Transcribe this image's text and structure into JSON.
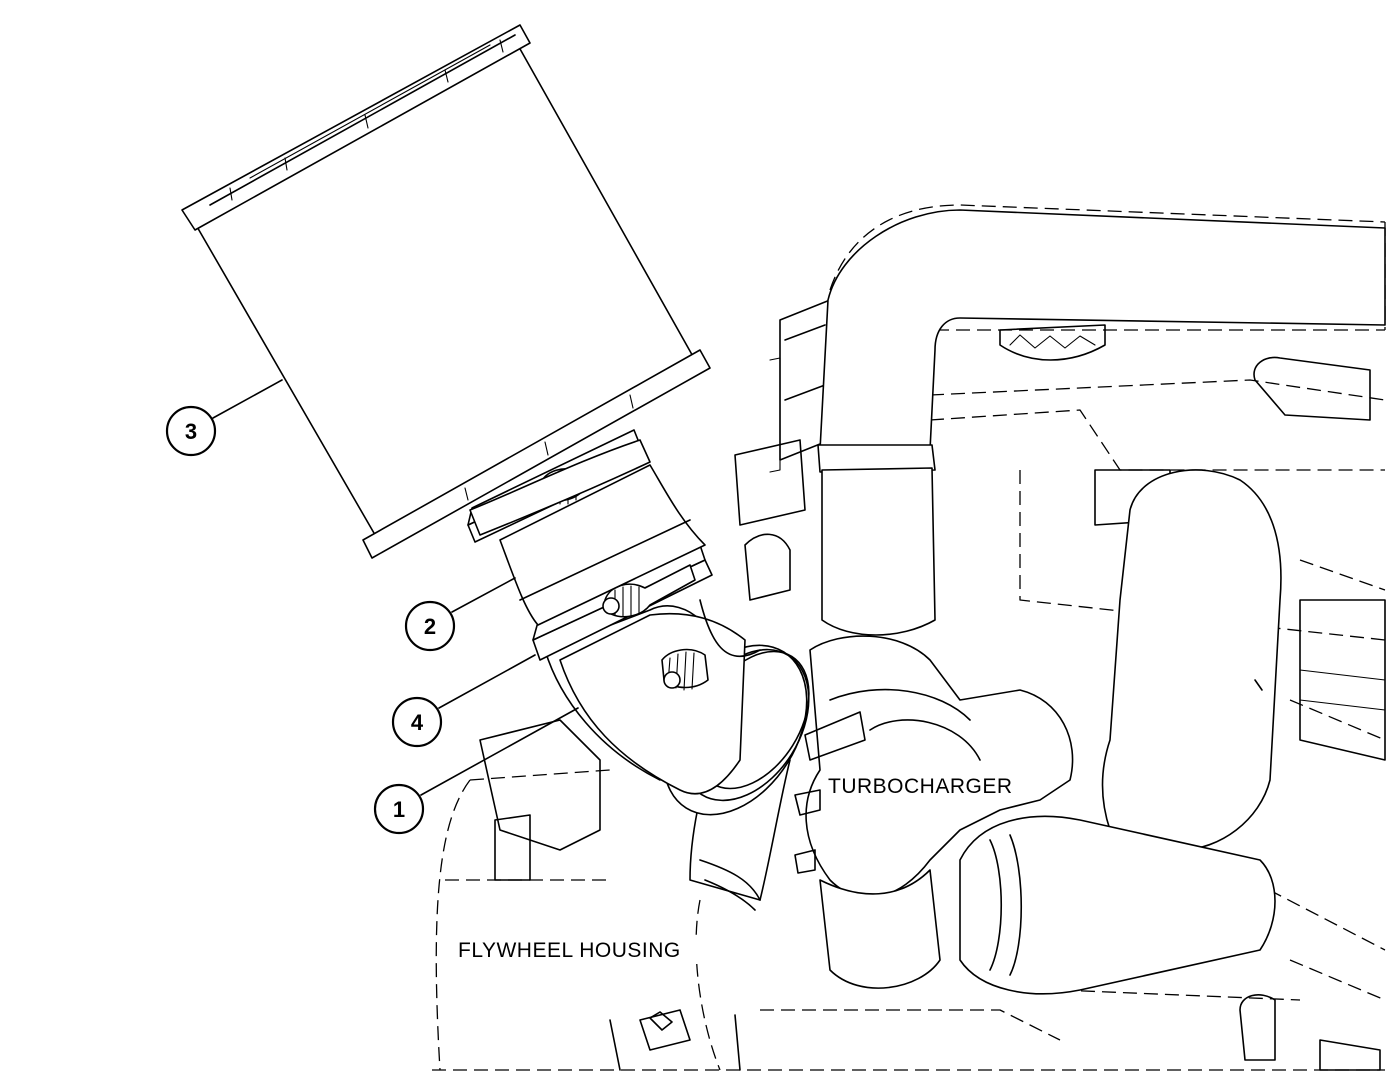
{
  "labels": {
    "turbocharger": "TURBOCHARGER",
    "flywheel_housing": "FLYWHEEL HOUSING"
  },
  "callouts": [
    {
      "id": "1",
      "text": "1"
    },
    {
      "id": "2",
      "text": "2"
    },
    {
      "id": "3",
      "text": "3"
    },
    {
      "id": "4",
      "text": "4"
    }
  ]
}
